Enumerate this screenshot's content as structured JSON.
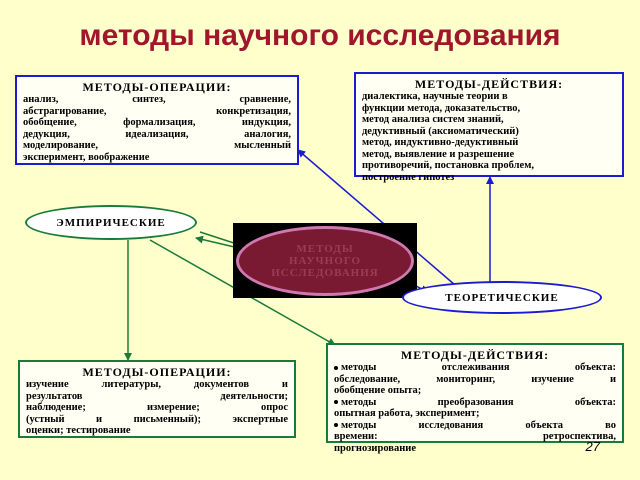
{
  "title": "методы научного исследования",
  "page_number": "27",
  "center": {
    "lines": [
      "МЕТОДЫ",
      "НАУЧНОГО",
      "ИССЛЕДОВАНИЯ"
    ]
  },
  "ovals": {
    "empirical": "ЭМПИРИЧЕСКИЕ",
    "theoretical": "ТЕОРЕТИЧЕСКИЕ"
  },
  "top_left_box": {
    "title": "МЕТОДЫ-ОПЕРАЦИИ:",
    "lines": [
      "анализ, синтез, сравнение,",
      "абстрагирование, конкретизация,",
      "обобщение, формализация, индукция,",
      "дедукция, идеализация, аналогия,",
      "моделирование, мысленный",
      "эксперимент, воображение"
    ]
  },
  "top_right_box": {
    "title": "МЕТОДЫ-ДЕЙСТВИЯ:",
    "lines": [
      "диалектика, научные теории в",
      "функции метода, доказательство,",
      "метод анализа систем знаний,",
      "дедуктивный (аксиоматический)",
      "метод, индуктивно-дедуктивный",
      "метод, выявление и разрешение",
      "противоречий, постановка проблем,",
      "построение гипотез"
    ]
  },
  "bottom_left_box": {
    "title": "МЕТОДЫ-ОПЕРАЦИИ:",
    "lines": [
      "изучение литературы, документов и",
      "результатов деятельности;",
      "наблюдение; измерение; опрос",
      "(устный и письменный); экспертные",
      "оценки; тестирование"
    ]
  },
  "bottom_right_box": {
    "title": "МЕТОДЫ-ДЕЙСТВИЯ:",
    "lines": [
      "методы отслеживания объекта:",
      "обследование, мониторинг, изучение и",
      "обобщение опыта;",
      "методы преобразования объекта:",
      "опытная работа, эксперимент;",
      "методы исследования объекта во",
      "времени: ретроспектива,",
      "прогнозирование"
    ]
  },
  "colors": {
    "background": "#ffffcc",
    "title": "#a0162c",
    "blue": "#1b1bd0",
    "green": "#1a7a3a"
  }
}
